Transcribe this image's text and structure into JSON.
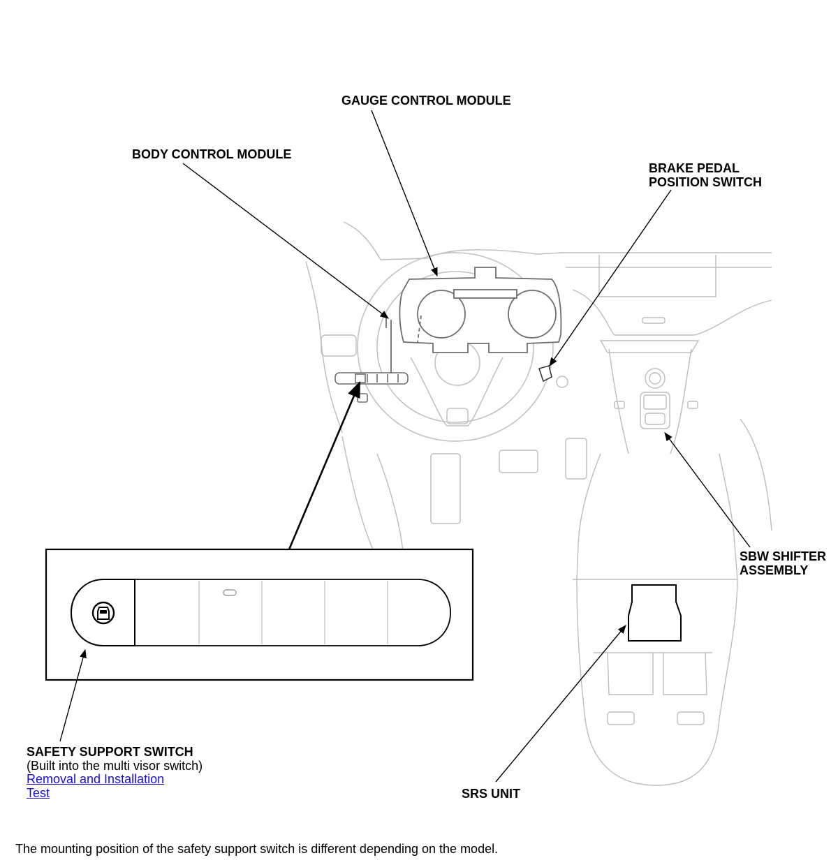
{
  "labels": {
    "gauge_control_module": "GAUGE CONTROL MODULE",
    "body_control_module": "BODY CONTROL MODULE",
    "brake_pedal_position_switch": "BRAKE PEDAL\nPOSITION SWITCH",
    "sbw_shifter_assembly": "SBW SHIFTER\nASSEMBLY",
    "safety_support_switch": "SAFETY SUPPORT SWITCH",
    "safety_support_switch_note": "(Built into the multi visor switch)",
    "srs_unit": "SRS UNIT"
  },
  "links": {
    "removal_and_installation": "Removal and Installation",
    "test": "Test"
  },
  "footnote": "The mounting position of the safety support switch is different depending on the model.",
  "icons": {
    "safety_support_switch_symbol": "car-front-view-icon"
  },
  "colors": {
    "line_art": "#000000",
    "light_art": "#bdbdbd",
    "link": "#1a0dcc"
  }
}
